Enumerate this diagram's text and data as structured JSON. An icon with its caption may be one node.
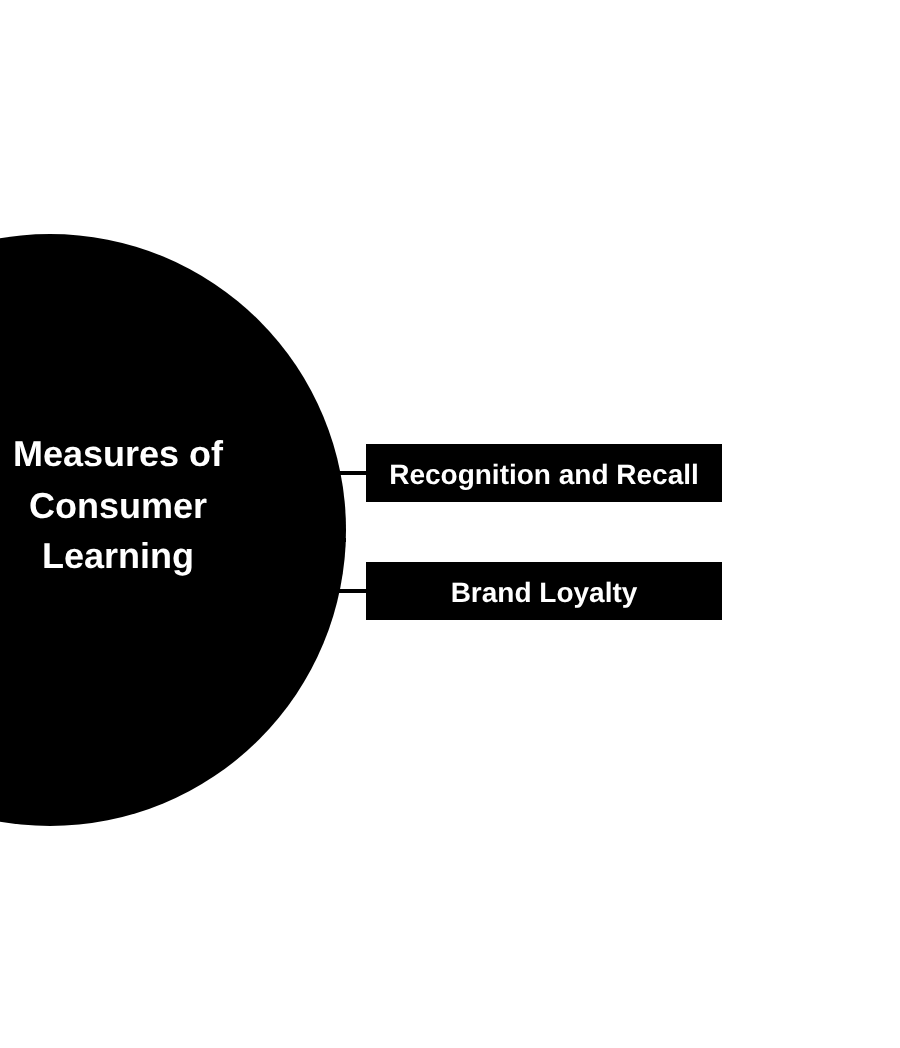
{
  "diagram": {
    "nodes": [
      {
        "text": [
          "Measures of Consumer Learning"
        ]
      },
      {
        "text": [
          "Recognition and Recall"
        ]
      },
      {
        "text": [
          "Brand Loyalty"
        ]
      }
    ],
    "edges": [
      {
        "from": 0,
        "to": 1,
        "arrow": "none"
      },
      {
        "from": 0,
        "to": 2,
        "arrow": "none"
      }
    ]
  }
}
